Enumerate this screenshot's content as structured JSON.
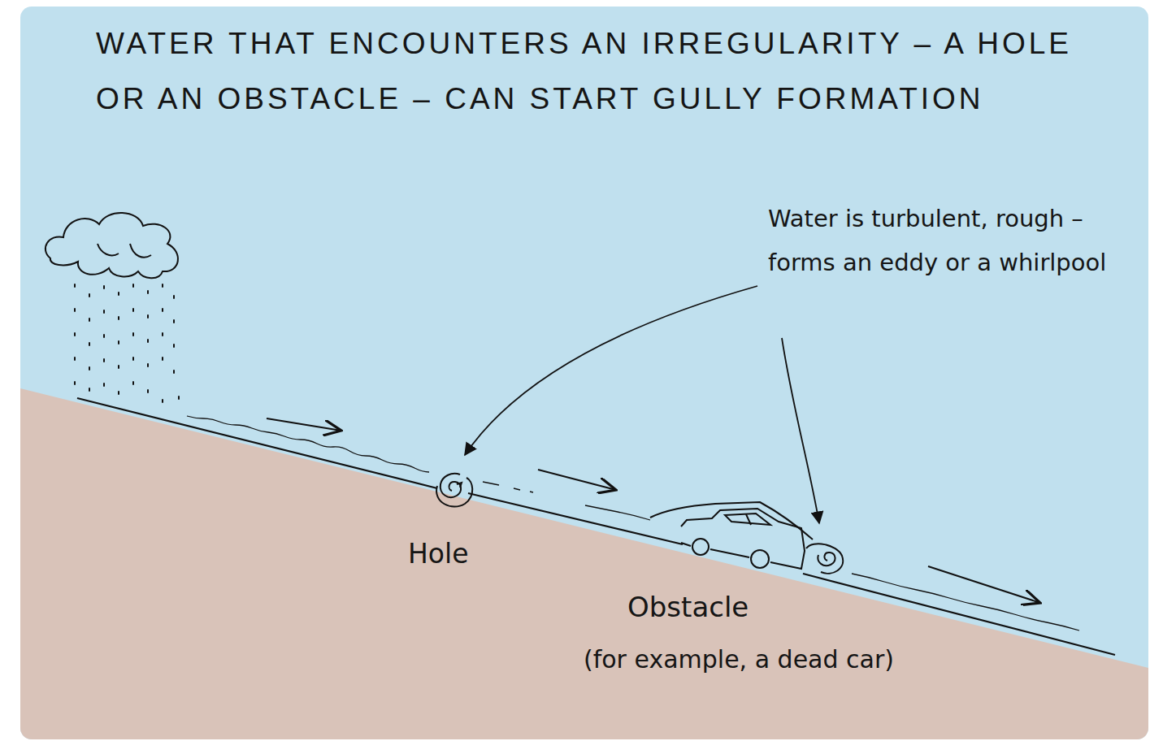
{
  "diagram": {
    "title": "WATER THAT ENCOUNTERS AN IRREGULARITY – A HOLE OR AN OBSTACLE – CAN START GULLY FORMATION",
    "labels": [
      "Water is turbulent, rough – forms an eddy or a whirlpool",
      "Hole",
      "Obstacle",
      "(for example, a dead car)"
    ]
  }
}
